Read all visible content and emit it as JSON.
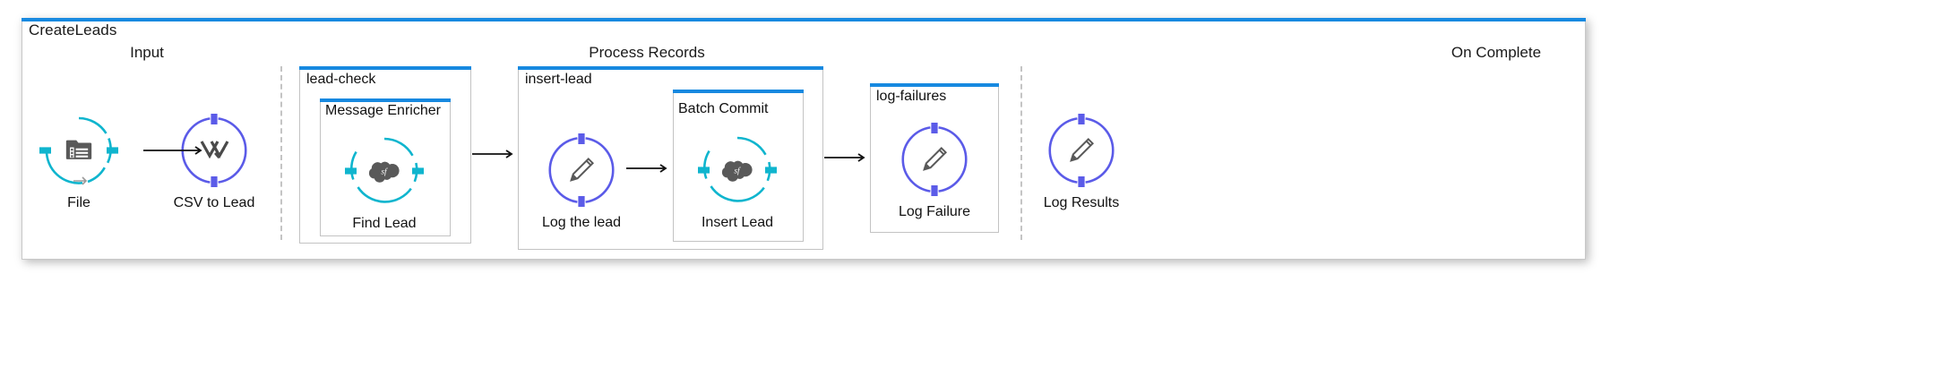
{
  "flow": {
    "title": "CreateLeads",
    "accent": "#1789E0",
    "frame_border": "#c8c8c8",
    "node_cyan": "#0FB5CE",
    "node_purple": "#5B5BE8",
    "glyph_gray": "#595959"
  },
  "sections": [
    {
      "label": "Input"
    },
    {
      "label": "Process Records"
    },
    {
      "label": "On Complete"
    }
  ],
  "scopes": [
    {
      "title": "lead-check"
    },
    {
      "title": "Message Enricher"
    },
    {
      "title": "insert-lead"
    },
    {
      "title": "Batch Commit"
    },
    {
      "title": "log-failures"
    }
  ],
  "nodes": [
    {
      "id": "file",
      "label": "File",
      "icon": "file-listener-icon",
      "ring": "cyan",
      "connectors": "listener"
    },
    {
      "id": "csv-to-lead",
      "label": "CSV to Lead",
      "icon": "transform-icon",
      "ring": "purple",
      "connectors": "topbottom"
    },
    {
      "id": "find-lead",
      "label": "Find Lead",
      "icon": "salesforce-icon",
      "ring": "cyan",
      "connectors": "leftright"
    },
    {
      "id": "log-the-lead",
      "label": "Log the lead",
      "icon": "logger-pencil-icon",
      "ring": "purple",
      "connectors": "topbottom"
    },
    {
      "id": "insert-lead",
      "label": "Insert Lead",
      "icon": "salesforce-icon",
      "ring": "cyan",
      "connectors": "leftright"
    },
    {
      "id": "log-failure",
      "label": "Log Failure",
      "icon": "logger-pencil-icon",
      "ring": "purple",
      "connectors": "topbottom"
    },
    {
      "id": "log-results",
      "label": "Log Results",
      "icon": "logger-pencil-icon",
      "ring": "purple",
      "connectors": "topbottom"
    }
  ],
  "arrows": [
    {
      "from": "file",
      "to": "csv-to-lead"
    },
    {
      "from": "csv-to-lead",
      "to": "lead-check"
    },
    {
      "from": "lead-check",
      "to": "insert-lead"
    },
    {
      "from": "log-the-lead",
      "to": "batch-commit"
    },
    {
      "from": "insert-lead",
      "to": "log-failures"
    }
  ]
}
